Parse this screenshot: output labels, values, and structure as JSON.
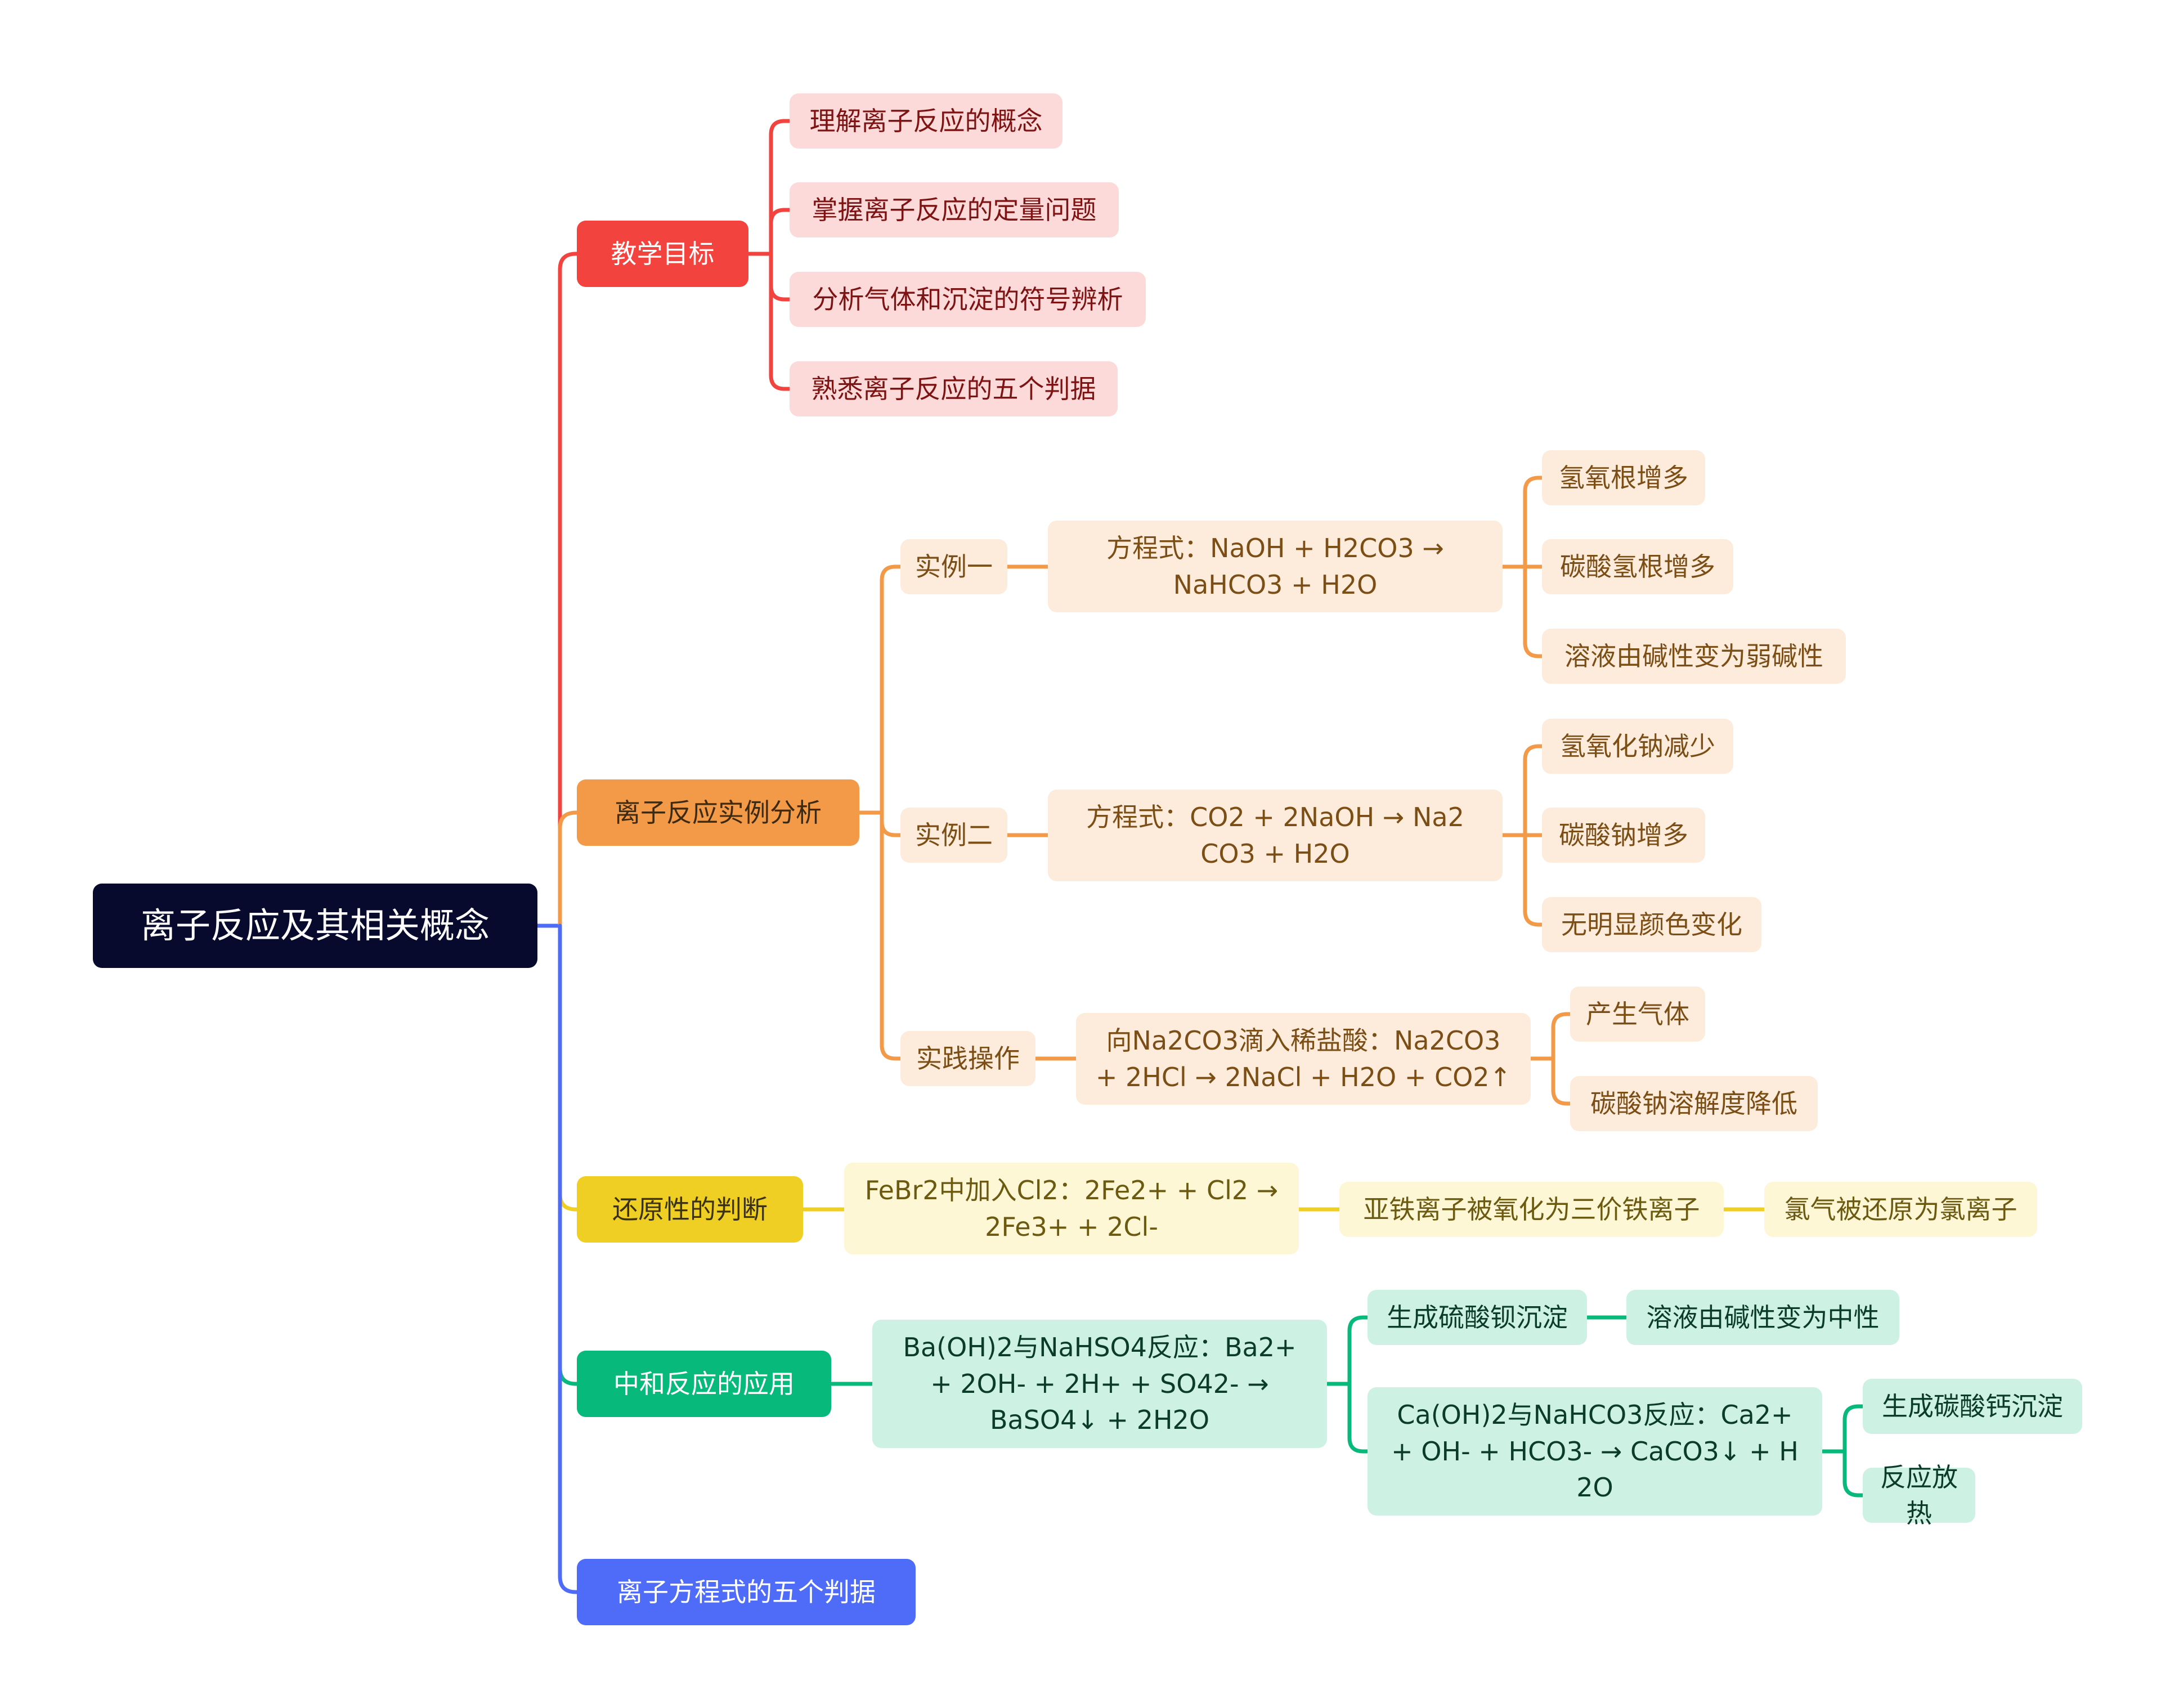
{
  "root": {
    "label": "离子反应及其相关概念"
  },
  "branches": {
    "goals": {
      "label": "教学目标",
      "items": [
        "理解离子反应的概念",
        "掌握离子反应的定量问题",
        "分析气体和沉淀的符号辨析",
        "熟悉离子反应的五个判据"
      ]
    },
    "examples": {
      "label": "离子反应实例分析",
      "ex1": {
        "label": "实例一",
        "equation": "方程式：NaOH + H2CO3 →\nNaHCO3 + H2O",
        "results": [
          "氢氧根增多",
          "碳酸氢根增多",
          "溶液由碱性变为弱碱性"
        ]
      },
      "ex2": {
        "label": "实例二",
        "equation": "方程式：CO2 + 2NaOH → Na2\nCO3 + H2O",
        "results": [
          "氢氧化钠减少",
          "碳酸钠增多",
          "无明显颜色变化"
        ]
      },
      "practice": {
        "label": "实践操作",
        "equation": "向Na2CO3滴入稀盐酸：Na2CO3\n+ 2HCl → 2NaCl + H2O + CO2↑",
        "results": [
          "产生气体",
          "碳酸钠溶解度降低"
        ]
      }
    },
    "reduction": {
      "label": "还原性的判断",
      "equation": "FeBr2中加入Cl2：2Fe2+ + Cl2 →\n2Fe3+ + 2Cl-",
      "result1": "亚铁离子被氧化为三价铁离子",
      "result2": "氯气被还原为氯离子"
    },
    "neutralization": {
      "label": "中和反应的应用",
      "equation": "Ba(OH)2与NaHSO4反应：Ba2+\n+ 2OH- + 2H+ + SO42- →\nBaSO4↓ + 2H2O",
      "precipitate": "生成硫酸钡沉淀",
      "neutral": "溶液由碱性变为中性",
      "equation2": "Ca(OH)2与NaHCO3反应：Ca2+\n+ OH- + HCO3- → CaCO3↓ + H\n2O",
      "results2": [
        "生成碳酸钙沉淀",
        "反应放热"
      ]
    },
    "criteria": {
      "label": "离子方程式的五个判据"
    }
  },
  "colors": {
    "root": "#070a2c",
    "red": "#f2433e",
    "orange": "#f39a48",
    "yellow": "#f0cf24",
    "green": "#07b97a",
    "blue": "#4f6cf8"
  }
}
